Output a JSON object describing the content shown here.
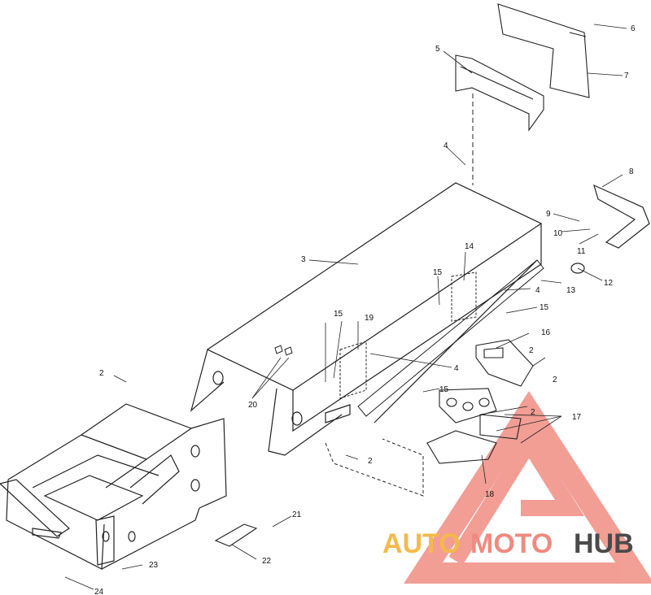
{
  "callouts": [
    "2",
    "2",
    "2",
    "2",
    "2",
    "3",
    "4",
    "4",
    "4",
    "5",
    "6",
    "7",
    "8",
    "9",
    "10",
    "11",
    "12",
    "13",
    "14",
    "15",
    "15",
    "15",
    "16",
    "17",
    "18",
    "19",
    "20",
    "21",
    "22",
    "23",
    "24"
  ],
  "watermark": {
    "part1": "AUTO",
    "part2": "MOTO",
    "part3": "HUB",
    "color1": "#f5b94a",
    "color2": "#f08a80",
    "color3": "#4a4a4a",
    "logo_color": "#e85040"
  }
}
